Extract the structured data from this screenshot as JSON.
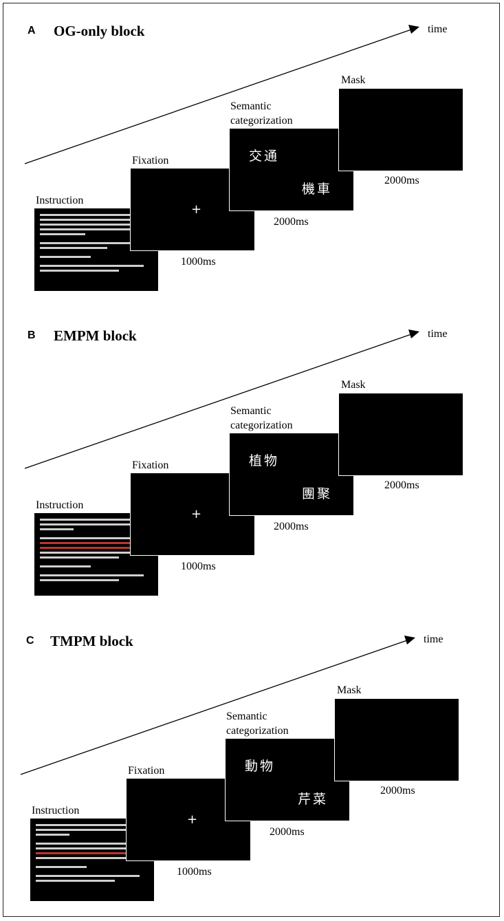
{
  "panels": [
    {
      "letter": "A",
      "title": "OG-only block",
      "time_label": "time",
      "stages": {
        "instruction": "Instruction",
        "fixation": "Fixation",
        "semantic_line1": "Semantic",
        "semantic_line2": "categorization",
        "mask": "Mask"
      },
      "fixation_symbol": "+",
      "category_word": "交通",
      "target_word": "機車",
      "durations": {
        "fixation": "1000ms",
        "semantic": "2000ms",
        "mask": "2000ms"
      },
      "instruction_text_style": "white"
    },
    {
      "letter": "B",
      "title": "EMPM block",
      "time_label": "time",
      "stages": {
        "instruction": "Instruction",
        "fixation": "Fixation",
        "semantic_line1": "Semantic",
        "semantic_line2": "categorization",
        "mask": "Mask"
      },
      "fixation_symbol": "+",
      "category_word": "植物",
      "target_word": "團聚",
      "durations": {
        "fixation": "1000ms",
        "semantic": "2000ms",
        "mask": "2000ms"
      },
      "instruction_text_style": "white-with-red"
    },
    {
      "letter": "C",
      "title": "TMPM block",
      "time_label": "time",
      "stages": {
        "instruction": "Instruction",
        "fixation": "Fixation",
        "semantic_line1": "Semantic",
        "semantic_line2": "categorization",
        "mask": "Mask"
      },
      "fixation_symbol": "+",
      "category_word": "動物",
      "target_word": "芹菜",
      "durations": {
        "fixation": "1000ms",
        "semantic": "2000ms",
        "mask": "2000ms"
      },
      "instruction_text_style": "white-with-red"
    }
  ]
}
